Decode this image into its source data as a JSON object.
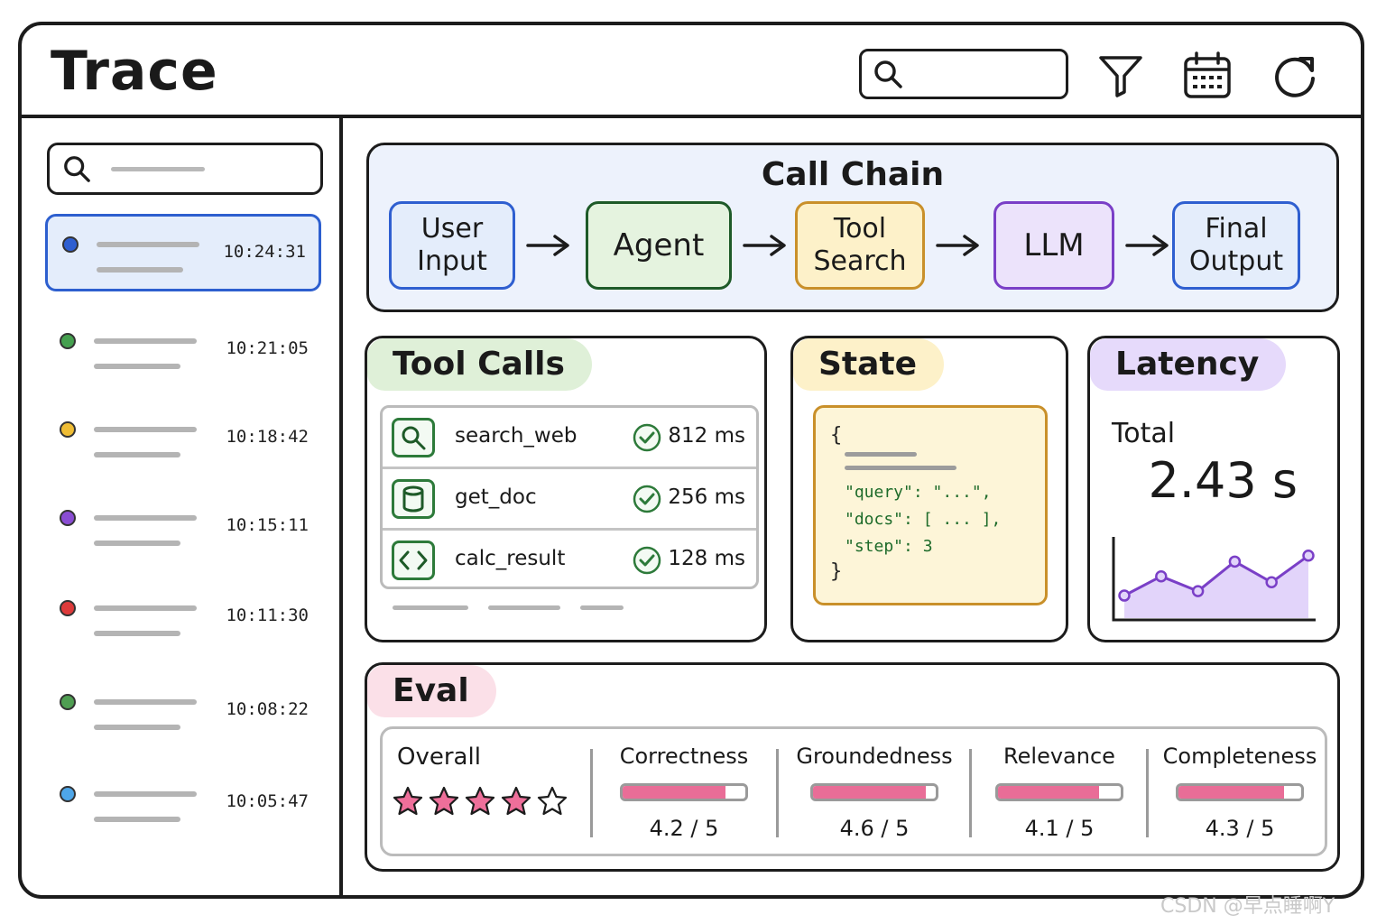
{
  "header": {
    "title": "Trace",
    "search_placeholder": "",
    "icons": [
      "search-icon",
      "filter-icon",
      "calendar-icon",
      "refresh-icon"
    ]
  },
  "sidebar": {
    "search_placeholder": "",
    "traces": [
      {
        "time": "10:24:31",
        "color": "#2f5fd0",
        "active": true
      },
      {
        "time": "10:21:05",
        "color": "#45a04f",
        "active": false
      },
      {
        "time": "10:18:42",
        "color": "#efbd35",
        "active": false
      },
      {
        "time": "10:15:11",
        "color": "#8a4dd3",
        "active": false
      },
      {
        "time": "10:11:30",
        "color": "#de3b3b",
        "active": false
      },
      {
        "time": "10:08:22",
        "color": "#4f9e52",
        "active": false
      },
      {
        "time": "10:05:47",
        "color": "#4ea6e8",
        "active": false
      }
    ]
  },
  "call_chain": {
    "title": "Call Chain",
    "nodes": [
      {
        "label": "User\nInput",
        "border": "#2f5fd0",
        "fill": "#e4edfb"
      },
      {
        "label": "Agent",
        "border": "#1e5a28",
        "fill": "#e5f3df"
      },
      {
        "label": "Tool\nSearch",
        "border": "#c9902a",
        "fill": "#fdf1c9"
      },
      {
        "label": "LLM",
        "border": "#7a3fc7",
        "fill": "#ece3fb"
      },
      {
        "label": "Final\nOutput",
        "border": "#2f5fd0",
        "fill": "#e4edfb"
      }
    ]
  },
  "tool_calls": {
    "title": "Tool Calls",
    "tag_color": "#dff0d8",
    "rows": [
      {
        "icon": "search-icon",
        "name": "search_web",
        "ms": "812 ms"
      },
      {
        "icon": "database-icon",
        "name": "get_doc",
        "ms": "256 ms"
      },
      {
        "icon": "code-icon",
        "name": "calc_result",
        "ms": "128 ms"
      }
    ]
  },
  "state": {
    "title": "State",
    "tag_color": "#fdf1c9",
    "open_brace": "{",
    "close_brace": "}",
    "lines": [
      "\"query\": \"...\",",
      "\"docs\": [ ... ],",
      "\"step\": 3"
    ]
  },
  "latency": {
    "title": "Latency",
    "tag_color": "#e6dafb",
    "label": "Total",
    "value": "2.43 s",
    "points": [
      0.7,
      1.35,
      0.85,
      1.85,
      1.15,
      2.05
    ],
    "ylim": [
      0,
      2.5
    ]
  },
  "eval": {
    "title": "Eval",
    "tag_color": "#fbe0e8",
    "overall_label": "Overall",
    "overall_stars": 4,
    "max_stars": 5,
    "metrics": [
      {
        "name": "Correctness",
        "score": "4.2 / 5",
        "value": 4.2
      },
      {
        "name": "Groundedness",
        "score": "4.6 / 5",
        "value": 4.6
      },
      {
        "name": "Relevance",
        "score": "4.1 / 5",
        "value": 4.1
      },
      {
        "name": "Completeness",
        "score": "4.3 / 5",
        "value": 4.3
      }
    ]
  },
  "watermark": "CSDN @早点睡啊Y"
}
